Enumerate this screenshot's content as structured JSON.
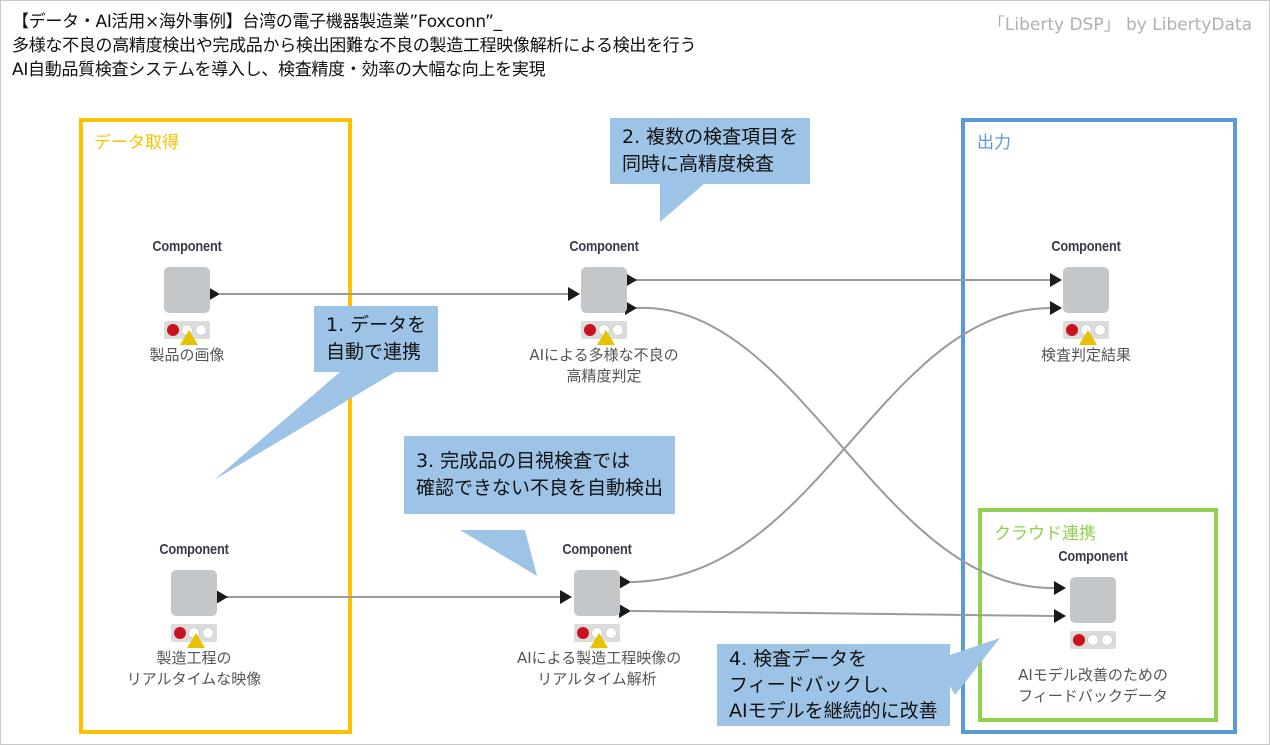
{
  "header": {
    "title_lines": [
      "【データ・AI活用×海外事例】台湾の電子機器製造業”Foxconn”_",
      "多様な不良の高精度検出や完成品から検出困難な不良の製造工程映像解析による検出を行う",
      "AI自動品質検査システムを導入し、検査精度・効率の大幅な向上を実現"
    ],
    "credit": "「Liberty DSP」 by LibertyData"
  },
  "groups": {
    "data_acquisition": {
      "label": "データ取得",
      "color": "#ffc000"
    },
    "output": {
      "label": "出力",
      "color": "#5b9bd5"
    },
    "cloud": {
      "label": "クラウド連携",
      "color": "#92d050"
    }
  },
  "nodes": [
    {
      "id": "product-image",
      "header": "Component",
      "label_lines": [
        "製品の画像"
      ],
      "warning": true
    },
    {
      "id": "ai-defect-judgement",
      "header": "Component",
      "label_lines": [
        "AIによる多様な不良の",
        "高精度判定"
      ],
      "warning": true
    },
    {
      "id": "inspection-result",
      "header": "Component",
      "label_lines": [
        "検査判定結果"
      ],
      "warning": true
    },
    {
      "id": "process-video",
      "header": "Component",
      "label_lines": [
        "製造工程の",
        "リアルタイムな映像"
      ],
      "warning": true
    },
    {
      "id": "ai-video-analysis",
      "header": "Component",
      "label_lines": [
        "AIによる製造工程映像の",
        "リアルタイム解析"
      ],
      "warning": true
    },
    {
      "id": "feedback-data",
      "header": "Component",
      "label_lines": [
        "AIモデル改善のための",
        "フィードバックデータ"
      ],
      "warning": false
    }
  ],
  "callouts": [
    {
      "lines": [
        "1.  データを",
        "自動で連携"
      ]
    },
    {
      "lines": [
        "2.  複数の検査項目を",
        "同時に高精度検査"
      ]
    },
    {
      "lines": [
        "3.  完成品の目視検査では",
        "確認できない不良を自動検出"
      ]
    },
    {
      "lines": [
        "4.  検査データを",
        "フィードバックし、",
        "AIモデルを継続的に改善"
      ]
    }
  ],
  "colors": {
    "callout": "#9dc3e6",
    "node_box": "#c4c7ca",
    "status_red": "#c8141e",
    "warning": "#e6c200"
  }
}
